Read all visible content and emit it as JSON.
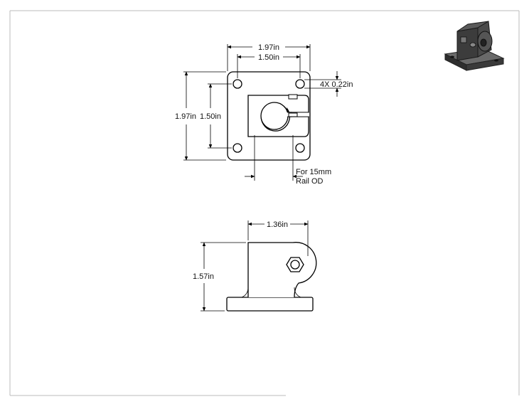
{
  "top_view": {
    "overall_width": "1.97in",
    "hole_spacing_x": "1.50in",
    "overall_height": "1.97in",
    "hole_spacing_y": "1.50in",
    "hole_callout": "4X 0.22in",
    "bore_note_line1": "For 15mm",
    "bore_note_line2": "Rail OD"
  },
  "side_view": {
    "width": "1.36in",
    "height": "1.57in"
  },
  "thumbnail": {
    "icon": "3d-part-preview-icon"
  }
}
